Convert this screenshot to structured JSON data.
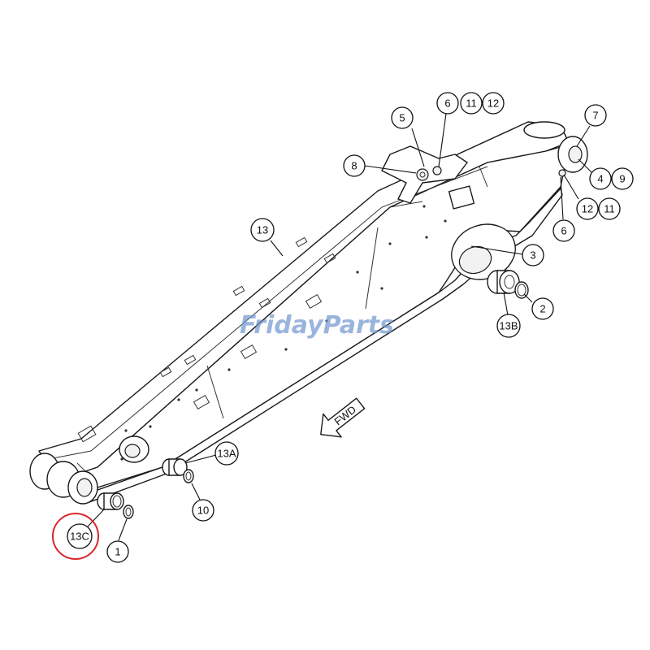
{
  "watermark": {
    "text": "FridayParts",
    "color": "#6f95cf"
  },
  "direction_arrow": {
    "label": "FWD"
  },
  "highlight": {
    "color": "#d9252a",
    "target": "13C"
  },
  "callouts": [
    {
      "id": "c-5",
      "label": "5"
    },
    {
      "id": "c-6-top",
      "label": "6"
    },
    {
      "id": "c-11-top",
      "label": "11"
    },
    {
      "id": "c-12-top",
      "label": "12"
    },
    {
      "id": "c-7",
      "label": "7"
    },
    {
      "id": "c-8",
      "label": "8"
    },
    {
      "id": "c-4",
      "label": "4"
    },
    {
      "id": "c-9",
      "label": "9"
    },
    {
      "id": "c-12-right",
      "label": "12"
    },
    {
      "id": "c-11-right",
      "label": "11"
    },
    {
      "id": "c-6-right",
      "label": "6"
    },
    {
      "id": "c-13",
      "label": "13"
    },
    {
      "id": "c-3",
      "label": "3"
    },
    {
      "id": "c-2",
      "label": "2"
    },
    {
      "id": "c-13b",
      "label": "13B"
    },
    {
      "id": "c-13a",
      "label": "13A"
    },
    {
      "id": "c-10",
      "label": "10"
    },
    {
      "id": "c-13c",
      "label": "13C"
    },
    {
      "id": "c-1",
      "label": "1"
    }
  ]
}
